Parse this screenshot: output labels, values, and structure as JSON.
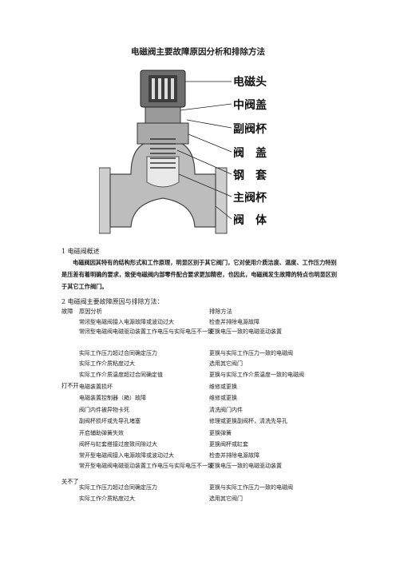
{
  "title": "电磁阀主要故障原因分析和排除方法",
  "diagram_labels": [
    "电磁头",
    "中阀盖",
    "副阀杯",
    "阀　盖",
    "钢　套",
    "主阀杯",
    "阀　体"
  ],
  "section1": {
    "heading": "1 电磁阀概述",
    "paragraph": "电磁阀因其特有的结构形式和工作原理，明显区别于其它阀门，它对使用介质洁度、温度、工作压力特别是压差有着明确的要求，致使电磁阀内部零件配合要求更加精密，也因此，电磁阀发生故障的特点也明显区别于其它工作阀门。"
  },
  "section2": {
    "heading": "2 电磁阀主要故障原因与排除方法：",
    "headers": [
      "故障",
      "原因分析",
      "排除方法"
    ],
    "group1": "打不开",
    "group2": "关不了",
    "rows": [
      [
        "常闭型电磁阀接入电源故障或波动过大",
        "检查并排除电源故障"
      ],
      [
        "常闭型电磁阀电磁驱动装置工作电压与实际电压不一致",
        "更换电压一致的电磁驱动装置"
      ],
      [
        "实际工作压力超过合同确定压力",
        "更换与实际工作压力一致的电磁阀"
      ],
      [
        "实际工作介质粘度过大",
        "选用其它阀门"
      ],
      [
        "实际工作介质温度超过合同确定值",
        "更换与实际工作介质温度一致的电磁阀"
      ],
      [
        "电磁装置损坏",
        "维修或更换"
      ],
      [
        "电磁装置控制器（箱）故障",
        "维修或更换"
      ],
      [
        "阀门内件被异物卡死",
        "清洗阀门内件"
      ],
      [
        "副阀杯损坏或先导孔堵塞",
        "修理或更换副阀杯，清洗先导孔"
      ],
      [
        "开启辅助弹簧失效",
        "更换弹簧"
      ],
      [
        "阀杯与缸套搭接过度致间隙过大",
        "更换阀杯或缸套"
      ],
      [
        "常开型电磁阀接入电源故障或波动过大",
        "检查并排除电源故障"
      ],
      [
        "常开型电磁阀电磁驱动装置工作电压与实际电压不一致",
        "更换电压一致的电磁驱动装置"
      ],
      [
        "实际工作压力超过合同确定压力",
        "更换与实际工作压力一致的电磁阀"
      ],
      [
        "实际工作介质粘度过大",
        "选用其它阀门"
      ]
    ]
  }
}
